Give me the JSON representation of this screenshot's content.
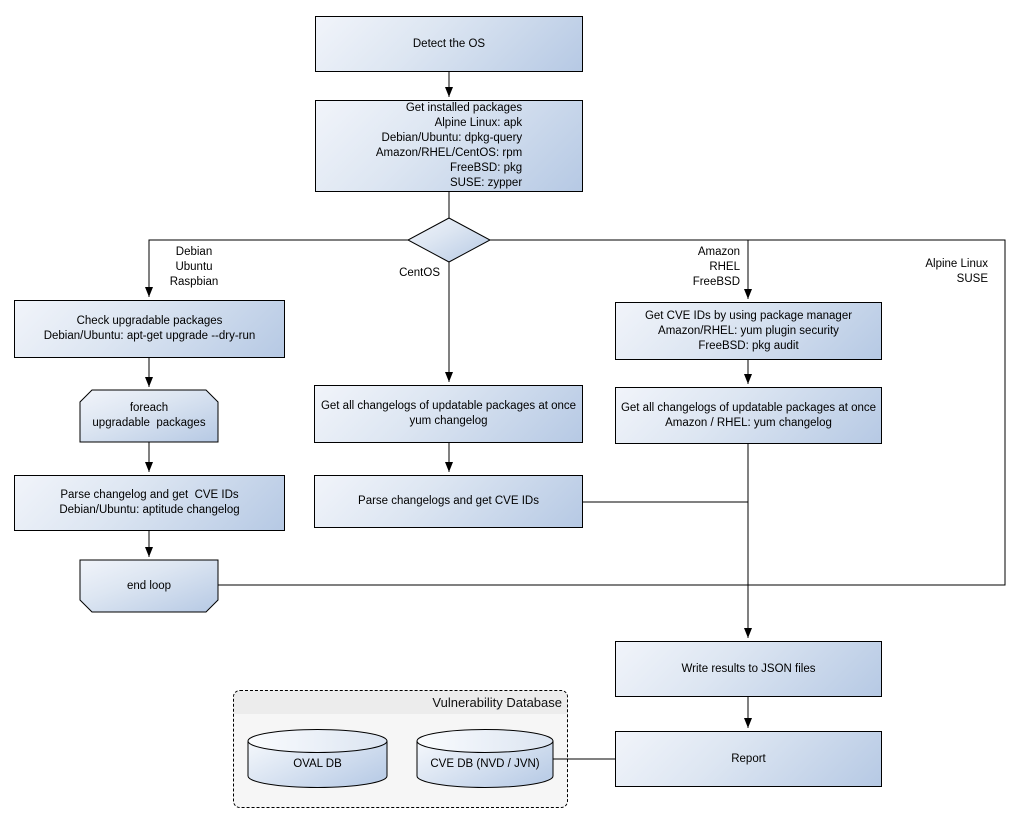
{
  "nodes": {
    "detect_os": "Detect the OS",
    "get_installed_packages": "Get installed packages\nAlpine Linux: apk\nDebian/Ubuntu: dpkg-query\nAmazon/RHEL/CentOS: rpm\nFreeBSD: pkg\nSUSE: zypper",
    "check_upgradable": "Check upgradable packages\nDebian/Ubuntu: apt-get upgrade --dry-run",
    "foreach_loop": "foreach\nupgradable  packages",
    "parse_changelog_debian": "Parse changelog and get  CVE IDs\nDebian/Ubuntu: aptitude changelog",
    "end_loop": "end loop",
    "get_changelogs_centos": "Get all changelogs of updatable packages at once\nyum changelog",
    "parse_changelogs_centos": "Parse changelogs and get CVE IDs",
    "get_cve_ids_pkg_manager": "Get CVE IDs by using package manager\nAmazon/RHEL: yum plugin security\nFreeBSD: pkg audit",
    "get_changelogs_amazon": "Get all changelogs of updatable packages at once\nAmazon / RHEL: yum changelog",
    "write_results": "Write results to JSON files",
    "report": "Report"
  },
  "branch_labels": {
    "debian_branch": "Debian\nUbuntu\nRaspbian",
    "centos_branch": "CentOS",
    "amazon_branch": "Amazon\nRHEL\nFreeBSD",
    "alpine_branch": "Alpine Linux\nSUSE"
  },
  "database": {
    "title": "Vulnerability Database",
    "oval_db": "OVAL DB",
    "cve_db": "CVE DB (NVD / JVN)"
  },
  "colors": {
    "node_fill_light": "#f1f4fa",
    "node_fill_dark": "#b6c9e4",
    "connector": "#000000",
    "db_container_fill": "#f6f6f6",
    "db_header_fill": "#ececec"
  }
}
